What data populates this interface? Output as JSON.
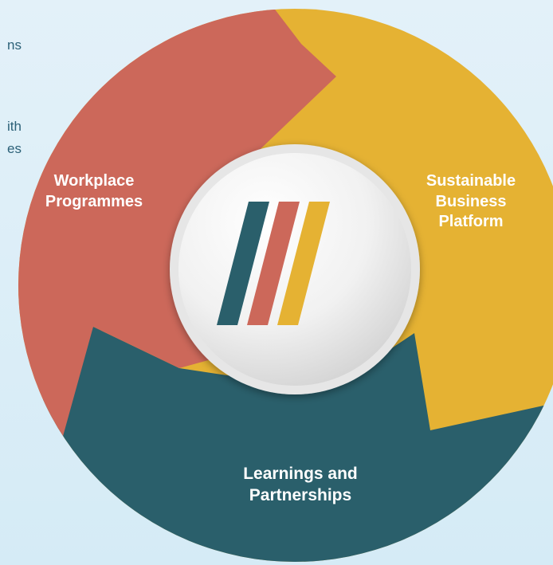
{
  "background_text": [
    "ns",
    "ith",
    "es"
  ],
  "segments": {
    "workplace": {
      "label_line1": "Workplace",
      "label_line2": "Programmes",
      "color": "#cc685a"
    },
    "sustainable": {
      "label_line1": "Sustainable",
      "label_line2": "Business",
      "label_line3": "Platform",
      "color": "#e5b233"
    },
    "learnings": {
      "label_line1": "Learnings and",
      "label_line2": "Partnerships",
      "color": "#2a5f6b"
    }
  },
  "center_logo": {
    "icon": "three-diagonal-stripes-logo",
    "colors": [
      "#2a5f6b",
      "#cc685a",
      "#e5b233"
    ]
  }
}
